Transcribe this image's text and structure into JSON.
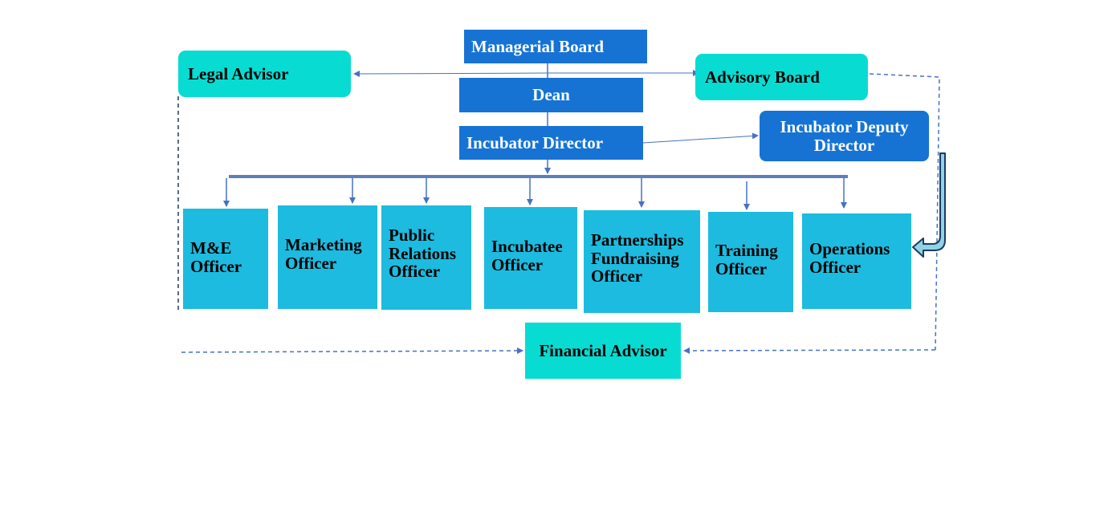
{
  "colors": {
    "leadership": "#1673d4",
    "advisor": "#08dcd2",
    "officer": "#1dbbdf",
    "connector": "#4472c4",
    "bus": "#5b7fba",
    "block_arrow_fill": "#8fd3e6",
    "block_arrow_stroke": "#1e3a5f"
  },
  "nodes": {
    "managerial_board": "Managerial Board",
    "dean": "Dean",
    "incubator_director": "Incubator Director",
    "deputy_director": {
      "line1": "Incubator Deputy",
      "line2": "Director"
    },
    "legal_advisor": "Legal Advisor",
    "advisory_board": "Advisory Board",
    "financial_advisor": "Financial Advisor"
  },
  "officers": [
    {
      "lines": [
        "M&E",
        "Officer"
      ]
    },
    {
      "lines": [
        "Marketing",
        "Officer"
      ]
    },
    {
      "lines": [
        "Public",
        "Relations",
        "Officer"
      ]
    },
    {
      "lines": [
        "Incubatee",
        "Officer"
      ]
    },
    {
      "lines": [
        "Partnerships",
        "Fundraising",
        "Officer"
      ]
    },
    {
      "lines": [
        "Training",
        "Officer"
      ]
    },
    {
      "lines": [
        "Operations",
        "Officer"
      ]
    }
  ]
}
